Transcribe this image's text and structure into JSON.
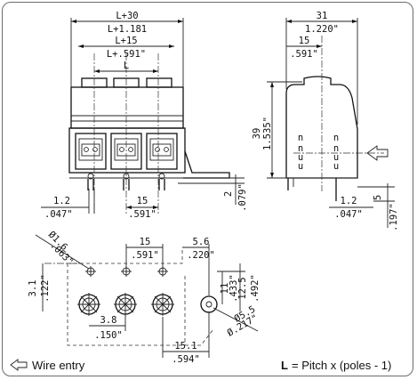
{
  "dimensions": {
    "front_top": [
      "L+30",
      "L+1.181",
      "L+15",
      "L+.591\"",
      "L"
    ],
    "front_bottom": {
      "left_mm": "1.2",
      "left_in": ".047\"",
      "pitch_mm": "15",
      "pitch_in": ".591\"",
      "height_mm": "2",
      "height_in": ".079\""
    },
    "side": {
      "width_mm": "31",
      "width_in": "1.220\"",
      "half_mm": "15",
      "half_in": ".591\"",
      "height_mm": "39",
      "height_in": "1.535\"",
      "pin_mm": "1.2",
      "pin_in": ".047\"",
      "pin_len_mm": "5",
      "pin_len_in": ".197\""
    },
    "footprint": {
      "hole_small_mm": "1.6",
      "hole_small_in": ".063\"",
      "pitch_mm": "15",
      "pitch_in": ".591\"",
      "offset_mm": "5.6",
      "offset_in": ".220\"",
      "left_mm": "3.1",
      "left_in": ".122\"",
      "row_mm": "11",
      "row_in": ".433\"",
      "row2_mm": "12.5",
      "row2_in": ".492\"",
      "spacing_mm": "3.8",
      "spacing_in": ".150\"",
      "hole_big_mm": "5.5",
      "hole_big_in": ".217\"",
      "bottom_mm": "15.1",
      "bottom_in": ".594\""
    }
  },
  "side_marks": [
    "n",
    "n",
    "n",
    "n",
    "u",
    "u",
    "u",
    "u"
  ],
  "legend": {
    "wire_entry": "Wire entry",
    "pitch_symbol": "L",
    "pitch_formula": "= Pitch x (poles - 1)"
  }
}
